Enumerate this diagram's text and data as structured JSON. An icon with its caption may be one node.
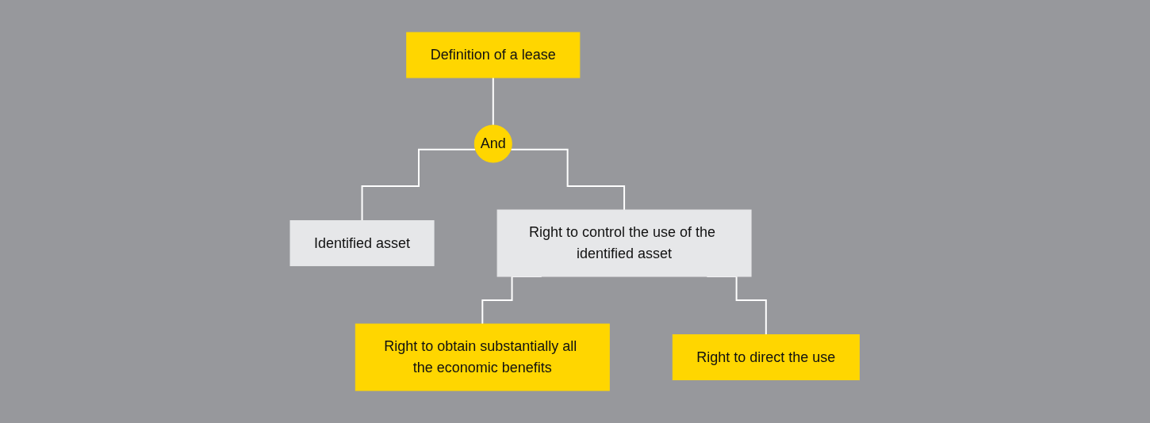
{
  "diagram": {
    "nodes": [
      {
        "text": [
          "Definition of a lease"
        ]
      },
      {
        "text": [
          "Identified asset"
        ]
      },
      {
        "text": [
          "And"
        ]
      },
      {
        "text": [
          "Right to control the use of the identified asset"
        ]
      },
      {
        "text": [
          "Right to obtain substantially all the economic benefits"
        ]
      },
      {
        "text": [
          "Right to direct the use"
        ]
      }
    ],
    "edges": [
      {
        "from": 0,
        "to": 2,
        "arrow": "none"
      },
      {
        "from": 2,
        "to": 1,
        "arrow": "none"
      },
      {
        "from": 2,
        "to": 3,
        "arrow": "none"
      },
      {
        "from": 3,
        "to": 4,
        "arrow": "none"
      },
      {
        "from": 3,
        "to": 5,
        "arrow": "none"
      }
    ]
  }
}
